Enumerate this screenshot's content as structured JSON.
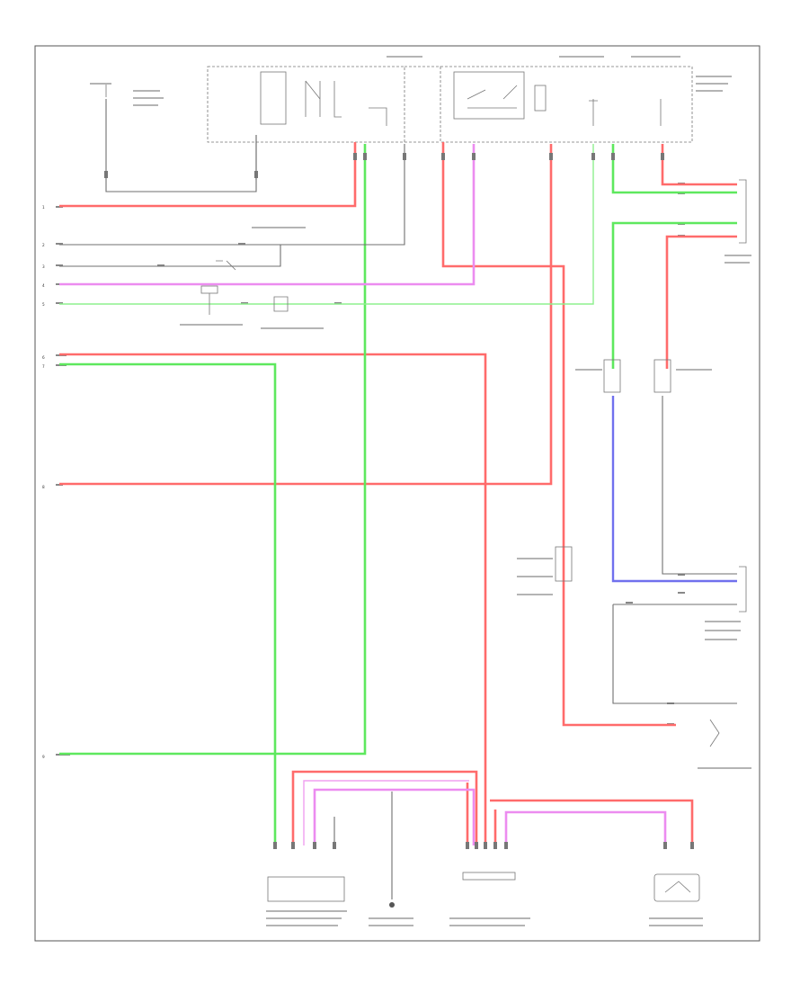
{
  "diagram": {
    "footer_code": "",
    "row_numbers": [
      "1",
      "2",
      "3",
      "4",
      "5",
      "6",
      "7",
      "8",
      "9"
    ],
    "colors": {
      "red": "#ff6b6b",
      "green": "#5ee85e",
      "magenta": "#ec8cf0",
      "blue": "#7070ee",
      "gray": "#6f6f6f",
      "frame": "#555555"
    }
  }
}
